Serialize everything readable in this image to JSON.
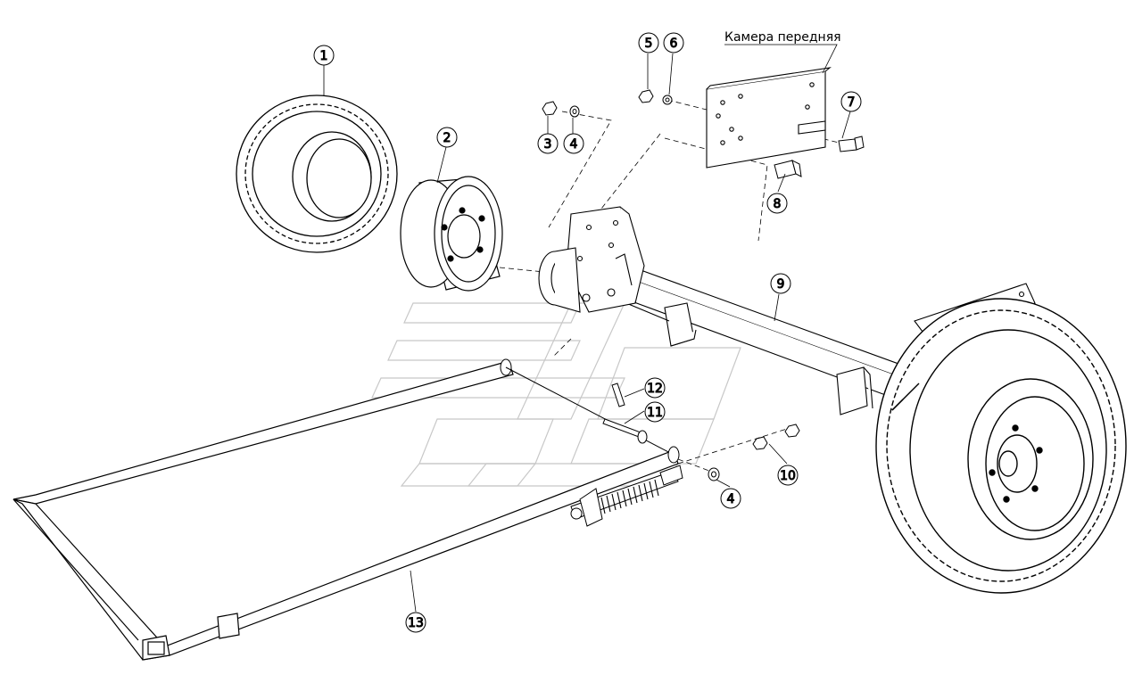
{
  "diagram": {
    "title": "Камера передняя",
    "callouts": [
      {
        "id": "c1",
        "label": "1"
      },
      {
        "id": "c2",
        "label": "2"
      },
      {
        "id": "c3",
        "label": "3"
      },
      {
        "id": "c4a",
        "label": "4"
      },
      {
        "id": "c5",
        "label": "5"
      },
      {
        "id": "c6",
        "label": "6"
      },
      {
        "id": "c7",
        "label": "7"
      },
      {
        "id": "c8",
        "label": "8"
      },
      {
        "id": "c9",
        "label": "9"
      },
      {
        "id": "c10",
        "label": "10"
      },
      {
        "id": "c11",
        "label": "11"
      },
      {
        "id": "c12",
        "label": "12"
      },
      {
        "id": "c13",
        "label": "13"
      },
      {
        "id": "c4b",
        "label": "4"
      }
    ],
    "colors": {
      "line": "#000000",
      "watermark": "#c8c8c8",
      "hatch": "#8a8a8a",
      "fill": "#ffffff"
    }
  }
}
